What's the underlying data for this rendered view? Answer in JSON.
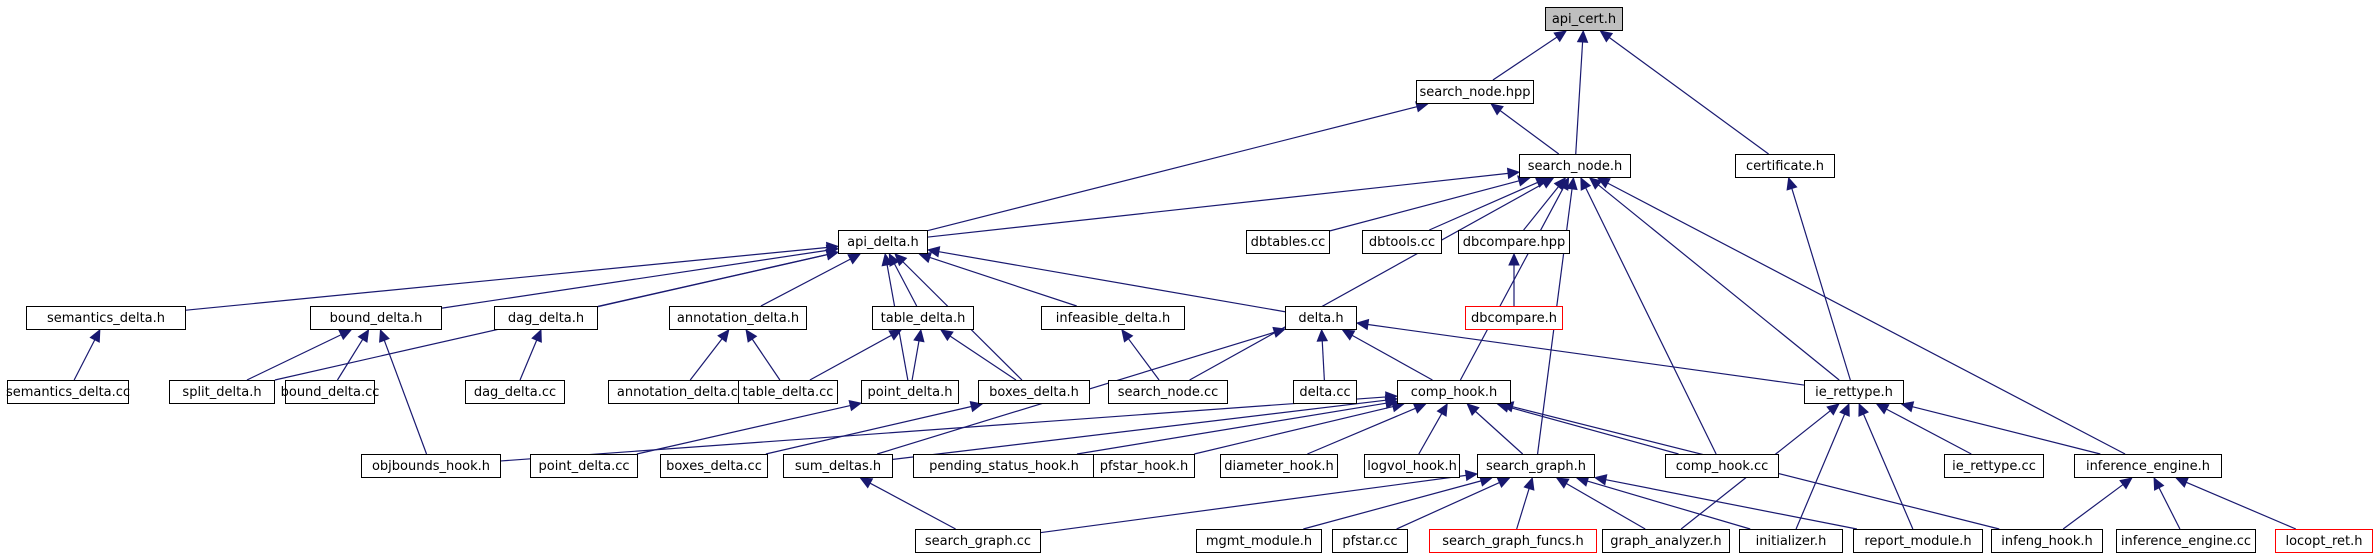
{
  "graph": {
    "colors": {
      "edge": "#191970",
      "node_border": "#000000",
      "node_fill": "#ffffff",
      "root_fill": "#bfbfbf",
      "truncated_border": "#ff0000"
    },
    "nodes": {
      "api_cert": {
        "label": "api_cert.h",
        "type": "root"
      },
      "search_node_hpp": {
        "label": "search_node.hpp",
        "type": "normal"
      },
      "search_node_h": {
        "label": "search_node.h",
        "type": "normal"
      },
      "certificate_h": {
        "label": "certificate.h",
        "type": "normal"
      },
      "api_delta_h": {
        "label": "api_delta.h",
        "type": "normal"
      },
      "dbtables_cc": {
        "label": "dbtables.cc",
        "type": "normal"
      },
      "dbtools_cc": {
        "label": "dbtools.cc",
        "type": "normal"
      },
      "dbcompare_hpp": {
        "label": "dbcompare.hpp",
        "type": "normal"
      },
      "dbcompare_h": {
        "label": "dbcompare.h",
        "type": "truncated"
      },
      "semantics_delta_h": {
        "label": "semantics_delta.h",
        "type": "normal"
      },
      "bound_delta_h": {
        "label": "bound_delta.h",
        "type": "normal"
      },
      "dag_delta_h": {
        "label": "dag_delta.h",
        "type": "normal"
      },
      "annotation_delta_h": {
        "label": "annotation_delta.h",
        "type": "normal"
      },
      "table_delta_h": {
        "label": "table_delta.h",
        "type": "normal"
      },
      "infeasible_delta_h": {
        "label": "infeasible_delta.h",
        "type": "normal"
      },
      "delta_h": {
        "label": "delta.h",
        "type": "normal"
      },
      "semantics_delta_cc": {
        "label": "semantics_delta.cc",
        "type": "normal"
      },
      "split_delta_h": {
        "label": "split_delta.h",
        "type": "normal"
      },
      "bound_delta_cc": {
        "label": "bound_delta.cc",
        "type": "normal"
      },
      "dag_delta_cc": {
        "label": "dag_delta.cc",
        "type": "normal"
      },
      "annotation_delta_cc": {
        "label": "annotation_delta.cc",
        "type": "normal"
      },
      "table_delta_cc": {
        "label": "table_delta.cc",
        "type": "normal"
      },
      "point_delta_h": {
        "label": "point_delta.h",
        "type": "normal"
      },
      "boxes_delta_h": {
        "label": "boxes_delta.h",
        "type": "normal"
      },
      "search_node_cc": {
        "label": "search_node.cc",
        "type": "normal"
      },
      "delta_cc": {
        "label": "delta.cc",
        "type": "normal"
      },
      "comp_hook_h": {
        "label": "comp_hook.h",
        "type": "normal"
      },
      "ie_rettype_h": {
        "label": "ie_rettype.h",
        "type": "normal"
      },
      "objbounds_hook_h": {
        "label": "objbounds_hook.h",
        "type": "normal"
      },
      "point_delta_cc": {
        "label": "point_delta.cc",
        "type": "normal"
      },
      "boxes_delta_cc": {
        "label": "boxes_delta.cc",
        "type": "normal"
      },
      "sum_deltas_h": {
        "label": "sum_deltas.h",
        "type": "normal"
      },
      "pending_status_hook_h": {
        "label": "pending_status_hook.h",
        "type": "normal"
      },
      "pfstar_hook_h": {
        "label": "pfstar_hook.h",
        "type": "normal"
      },
      "diameter_hook_h": {
        "label": "diameter_hook.h",
        "type": "normal"
      },
      "logvol_hook_h": {
        "label": "logvol_hook.h",
        "type": "normal"
      },
      "search_graph_h": {
        "label": "search_graph.h",
        "type": "normal"
      },
      "comp_hook_cc": {
        "label": "comp_hook.cc",
        "type": "normal"
      },
      "ie_rettype_cc": {
        "label": "ie_rettype.cc",
        "type": "normal"
      },
      "inference_engine_h": {
        "label": "inference_engine.h",
        "type": "normal"
      },
      "search_graph_cc": {
        "label": "search_graph.cc",
        "type": "normal"
      },
      "mgmt_module_h": {
        "label": "mgmt_module.h",
        "type": "normal"
      },
      "pfstar_cc": {
        "label": "pfstar.cc",
        "type": "normal"
      },
      "search_graph_funcs_h": {
        "label": "search_graph_funcs.h",
        "type": "truncated"
      },
      "graph_analyzer_h": {
        "label": "graph_analyzer.h",
        "type": "normal"
      },
      "initializer_h": {
        "label": "initializer.h",
        "type": "normal"
      },
      "report_module_h": {
        "label": "report_module.h",
        "type": "normal"
      },
      "infeng_hook_h": {
        "label": "infeng_hook.h",
        "type": "normal"
      },
      "inference_engine_cc": {
        "label": "inference_engine.cc",
        "type": "normal"
      },
      "locopt_ret_h": {
        "label": "locopt_ret.h",
        "type": "truncated"
      }
    },
    "edges": [
      [
        "search_node_hpp",
        "api_cert"
      ],
      [
        "search_node_h",
        "api_cert"
      ],
      [
        "certificate_h",
        "api_cert"
      ],
      [
        "search_node_h",
        "search_node_hpp"
      ],
      [
        "api_delta_h",
        "search_node_hpp"
      ],
      [
        "api_delta_h",
        "search_node_h"
      ],
      [
        "dbtables_cc",
        "search_node_h"
      ],
      [
        "dbtools_cc",
        "search_node_h"
      ],
      [
        "dbcompare_hpp",
        "search_node_h"
      ],
      [
        "search_node_cc",
        "search_node_h"
      ],
      [
        "comp_hook_h",
        "search_node_h"
      ],
      [
        "search_graph_h",
        "search_node_h"
      ],
      [
        "comp_hook_cc",
        "search_node_h"
      ],
      [
        "ie_rettype_h",
        "search_node_h"
      ],
      [
        "inference_engine_h",
        "search_node_h"
      ],
      [
        "ie_rettype_h",
        "certificate_h"
      ],
      [
        "dbcompare_h",
        "dbcompare_hpp"
      ],
      [
        "semantics_delta_h",
        "api_delta_h"
      ],
      [
        "split_delta_h",
        "api_delta_h"
      ],
      [
        "bound_delta_h",
        "api_delta_h"
      ],
      [
        "dag_delta_h",
        "api_delta_h"
      ],
      [
        "annotation_delta_h",
        "api_delta_h"
      ],
      [
        "point_delta_h",
        "api_delta_h"
      ],
      [
        "table_delta_h",
        "api_delta_h"
      ],
      [
        "boxes_delta_h",
        "api_delta_h"
      ],
      [
        "infeasible_delta_h",
        "api_delta_h"
      ],
      [
        "delta_h",
        "api_delta_h"
      ],
      [
        "semantics_delta_cc",
        "semantics_delta_h"
      ],
      [
        "split_delta_h",
        "bound_delta_h"
      ],
      [
        "bound_delta_cc",
        "bound_delta_h"
      ],
      [
        "objbounds_hook_h",
        "bound_delta_h"
      ],
      [
        "dag_delta_cc",
        "dag_delta_h"
      ],
      [
        "annotation_delta_cc",
        "annotation_delta_h"
      ],
      [
        "table_delta_cc",
        "annotation_delta_h"
      ],
      [
        "table_delta_cc",
        "table_delta_h"
      ],
      [
        "point_delta_h",
        "table_delta_h"
      ],
      [
        "boxes_delta_h",
        "table_delta_h"
      ],
      [
        "search_node_cc",
        "infeasible_delta_h"
      ],
      [
        "delta_cc",
        "delta_h"
      ],
      [
        "comp_hook_h",
        "delta_h"
      ],
      [
        "sum_deltas_h",
        "delta_h"
      ],
      [
        "ie_rettype_h",
        "delta_h"
      ],
      [
        "point_delta_cc",
        "point_delta_h"
      ],
      [
        "boxes_delta_cc",
        "boxes_delta_h"
      ],
      [
        "objbounds_hook_h",
        "comp_hook_h"
      ],
      [
        "sum_deltas_h",
        "comp_hook_h"
      ],
      [
        "pending_status_hook_h",
        "comp_hook_h"
      ],
      [
        "pfstar_hook_h",
        "comp_hook_h"
      ],
      [
        "diameter_hook_h",
        "comp_hook_h"
      ],
      [
        "logvol_hook_h",
        "comp_hook_h"
      ],
      [
        "search_graph_h",
        "comp_hook_h"
      ],
      [
        "comp_hook_cc",
        "comp_hook_h"
      ],
      [
        "infeng_hook_h",
        "comp_hook_h"
      ],
      [
        "graph_analyzer_h",
        "ie_rettype_h"
      ],
      [
        "initializer_h",
        "ie_rettype_h"
      ],
      [
        "report_module_h",
        "ie_rettype_h"
      ],
      [
        "ie_rettype_cc",
        "ie_rettype_h"
      ],
      [
        "inference_engine_h",
        "ie_rettype_h"
      ],
      [
        "search_graph_cc",
        "sum_deltas_h"
      ],
      [
        "search_graph_cc",
        "search_graph_h"
      ],
      [
        "mgmt_module_h",
        "search_graph_h"
      ],
      [
        "pfstar_cc",
        "search_graph_h"
      ],
      [
        "search_graph_funcs_h",
        "search_graph_h"
      ],
      [
        "graph_analyzer_h",
        "search_graph_h"
      ],
      [
        "initializer_h",
        "search_graph_h"
      ],
      [
        "report_module_h",
        "search_graph_h"
      ],
      [
        "infeng_hook_h",
        "inference_engine_h"
      ],
      [
        "inference_engine_cc",
        "inference_engine_h"
      ],
      [
        "locopt_ret_h",
        "inference_engine_h"
      ]
    ]
  }
}
